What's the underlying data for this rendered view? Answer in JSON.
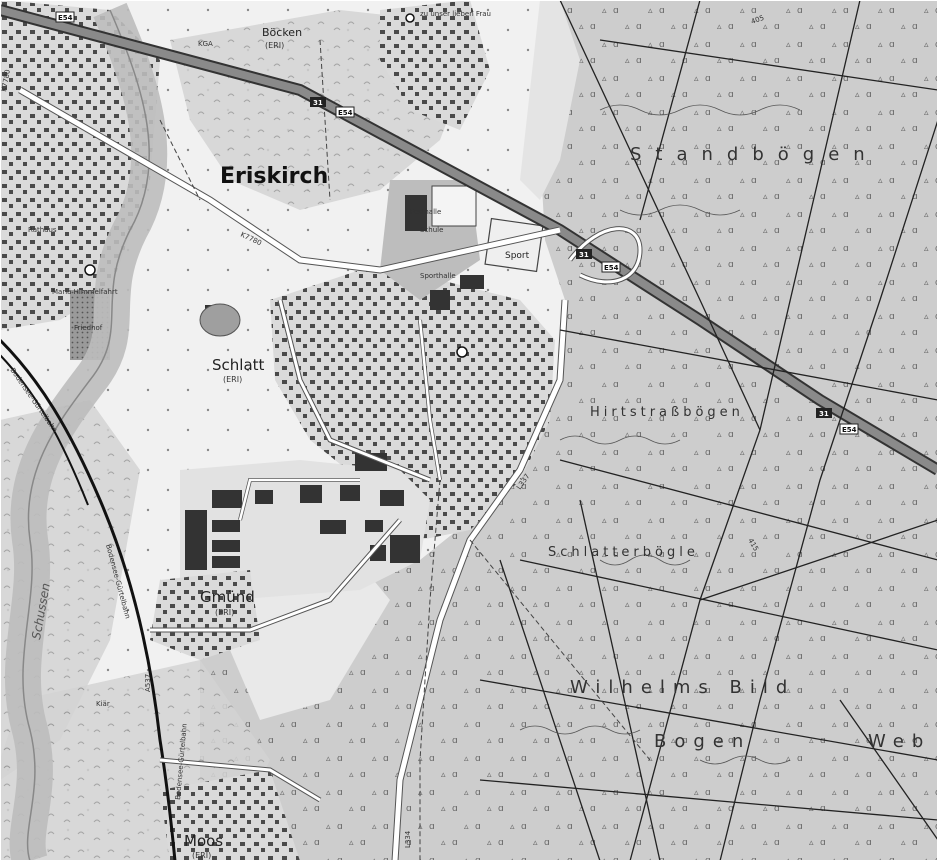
{
  "map": {
    "places": {
      "eriskirch": "Eriskirch",
      "schlatt": "Schlatt",
      "schlatt_sub": "(ERI)",
      "gmuend": "Gmünd",
      "gmuend_sub": "(ERI)",
      "moos": "Moos",
      "moos_sub": "(ERI)",
      "boecken": "Böcken",
      "boecken_sub": "(ERI)",
      "unser_lieben_frau": "zu unser lieben Frau",
      "kga": "KGA"
    },
    "forest_names": {
      "standboegen": "Standbögen",
      "hirtstrassboegen": "Hirtstraßbögen",
      "schlatterboegle": "Schlatterbögle",
      "wilhelmsbild": "Wilhelms Bild",
      "bogen": "Bogen",
      "web": "Web"
    },
    "road_labels": {
      "k7780_a": "K7780",
      "k7780_b": "K7780",
      "l334": "L334",
      "l337": "L337",
      "a537": "A537"
    },
    "route_shields": {
      "r31_a": "31",
      "e54_a": "E54",
      "r31_b": "31",
      "e54_b": "E54",
      "r31_c": "31",
      "e54_c": "E54",
      "e54_top": "E54"
    },
    "poi_labels": {
      "sport": "Sport",
      "schule": "Schule",
      "sporthalle": "Sporthalle",
      "festhalle": "Festhalle",
      "friedhof": "Friedhof",
      "kiar": "Kiär",
      "rathaus": "Rathaus",
      "kirche": "Mariä Himmelfahrt"
    },
    "rail_labels": {
      "bodenseegürtelbahn_a": "Bodensee-Gürtelbahn",
      "bodenseegürtelbahn_b": "Bodensee-Gürtelbahn",
      "bodenseegürtelbahn_c": "Bodensee-Gürtelbahn"
    },
    "river": "Schussen",
    "elevation": "415",
    "elevation_b": "405",
    "colors": {
      "forest": "#cfcfcf",
      "open": "#ffffff",
      "settlement": "#d6d6d6",
      "building": "#3a3a3a",
      "road": "#ffffff",
      "road_casing": "#555555",
      "highway": "#6e6e6e",
      "water": "#bdbdbd",
      "railway": "#111111"
    }
  }
}
